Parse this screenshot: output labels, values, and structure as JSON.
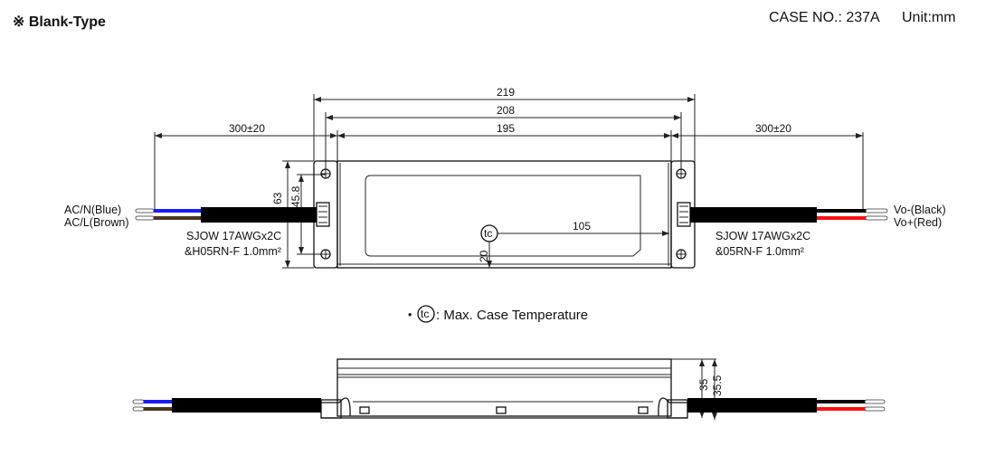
{
  "header": {
    "type_label": "※ Blank-Type",
    "case_no": "CASE NO.: 237A",
    "unit": "Unit:mm"
  },
  "dimensions": {
    "overall": "219",
    "mount": "208",
    "body": "195",
    "cable_left": "300±20",
    "cable_right": "300±20",
    "height": "63",
    "mount_height": "45.8",
    "tc_x": "105",
    "tc_y": "20",
    "side_height": "35",
    "side_height_total": "35.5"
  },
  "labels": {
    "ac_n": "AC/N(Blue)",
    "ac_l": "AC/L(Brown)",
    "vo_neg": "Vo-(Black)",
    "vo_pos": "Vo+(Red)",
    "cable_left_1": "SJOW 17AWGx2C",
    "cable_left_2": "&H05RN-F 1.0mm²",
    "cable_right_1": "SJOW 17AWGx2C",
    "cable_right_2": "&05RN-F 1.0mm²",
    "tc_symbol": "tc",
    "tc_legend": ": Max. Case Temperature",
    "bullet": "•"
  },
  "colors": {
    "blue": "#1a1aff",
    "brown": "#4a3520",
    "red": "#ff1010",
    "black": "#000000"
  }
}
